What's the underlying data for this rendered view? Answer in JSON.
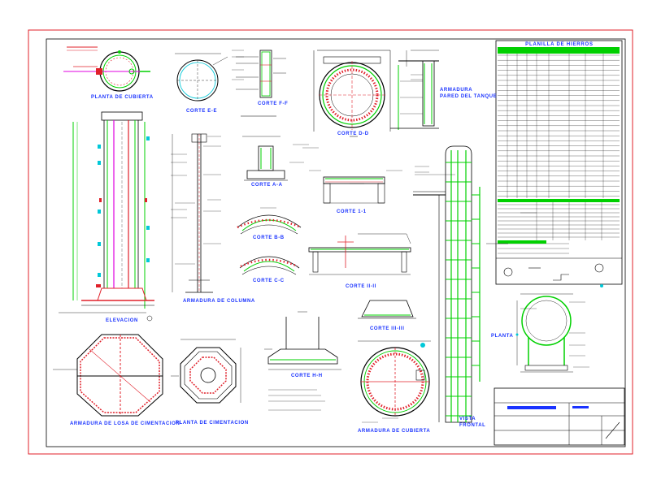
{
  "labels": {
    "planta_cubierta": "PLANTA DE CUBIERTA",
    "corte_e": "CORTE E-E",
    "corte_f": "CORTE F-F",
    "corte_d": "CORTE D-D",
    "armadura_pared": "ARMADURA",
    "armadura_pared_2": "PARED DEL TANQUE",
    "planilla": "PLANILLA DE HIERROS",
    "corte_a": "CORTE A-A",
    "corte_b": "CORTE B-B",
    "corte_c": "CORTE C-C",
    "corte_1": "CORTE 1-1",
    "corte_2": "CORTE II-II",
    "corte_3": "CORTE III-III",
    "corte_h": "CORTE H-H",
    "elevacion": "ELEVACION",
    "armadura_columna": "ARMADURA DE COLUMNA",
    "armadura_losa": "ARMADURA DE LOSA DE CIMENTACION",
    "planta_cimentacion": "PLANTA DE CIMENTACION",
    "armadura_cubierta": "ARMADURA DE CUBIERTA",
    "vista_frontal": "VISTA",
    "vista_frontal_2": "FRONTAL",
    "planta": "PLANTA"
  },
  "colors": {
    "frame": "#e0202a",
    "green": "#00d000",
    "red": "#e0202a",
    "magenta": "#e000e0",
    "cyan": "#00c8d8",
    "blue": "#1a33ff",
    "black": "#000000"
  }
}
